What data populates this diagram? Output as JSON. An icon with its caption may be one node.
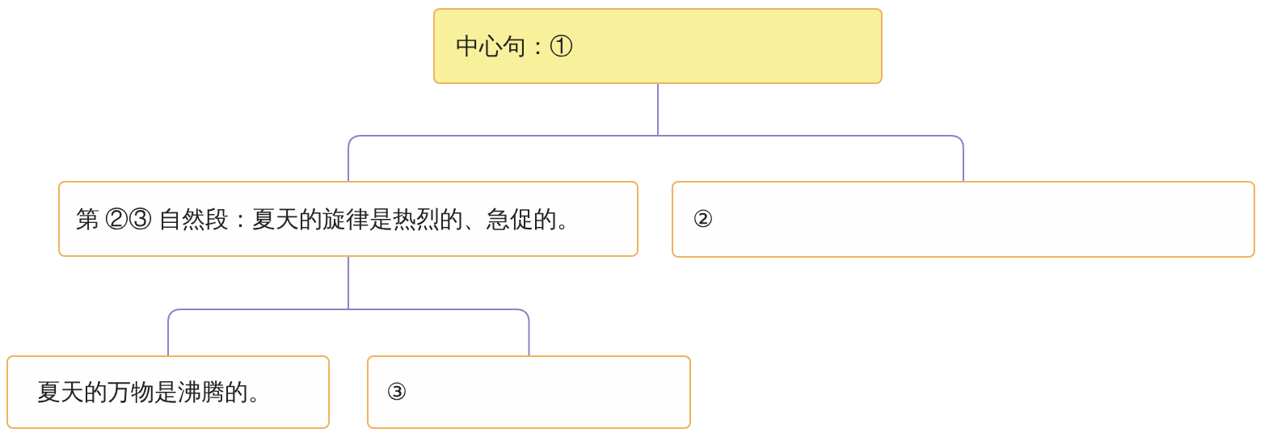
{
  "diagram": {
    "nodes": [
      {
        "text": [
          "中心句：①"
        ]
      },
      {
        "text": [
          "第 ②③ 自然段：夏天的旋律是热烈的、急促的。"
        ]
      },
      {
        "text": [
          "②"
        ]
      },
      {
        "text": [
          "夏天的万物是沸腾的。"
        ]
      },
      {
        "text": [
          "③"
        ]
      }
    ],
    "edges": [
      {
        "from": 0,
        "to": 1,
        "arrow": "none"
      },
      {
        "from": 0,
        "to": 2,
        "arrow": "none"
      },
      {
        "from": 1,
        "to": 3,
        "arrow": "none"
      },
      {
        "from": 1,
        "to": 4,
        "arrow": "none"
      }
    ]
  }
}
